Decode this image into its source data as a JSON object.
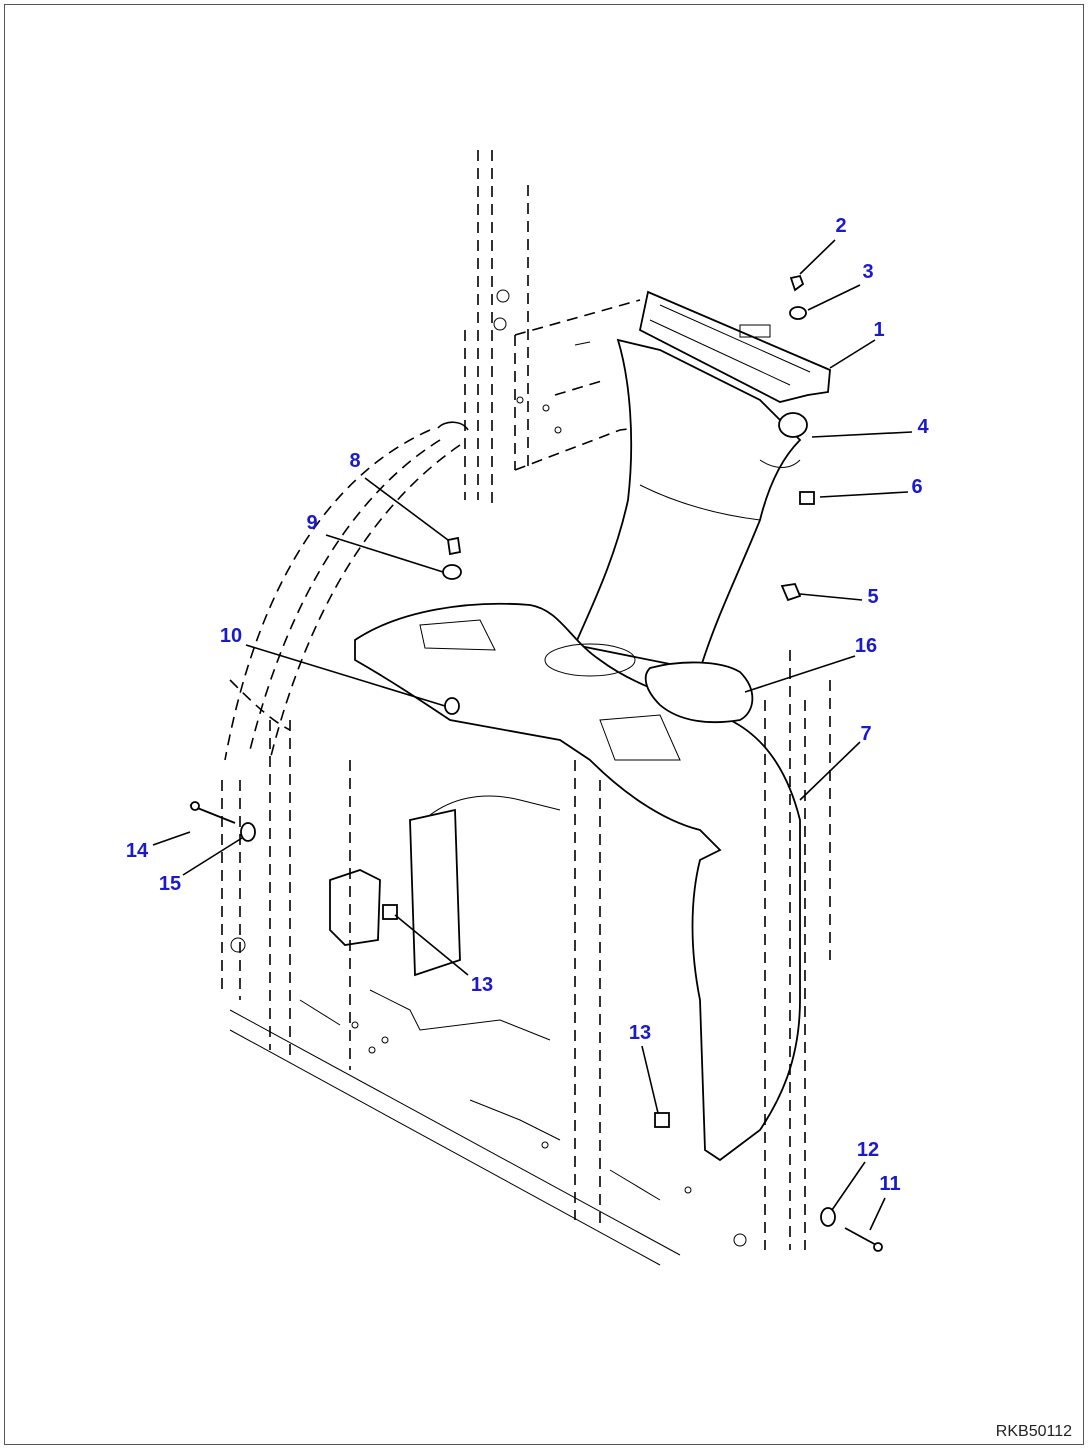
{
  "drawing_code": "RKB50112",
  "accent_color": "#1a1acc",
  "callouts": [
    {
      "label": "1"
    },
    {
      "label": "2"
    },
    {
      "label": "3"
    },
    {
      "label": "4"
    },
    {
      "label": "5"
    },
    {
      "label": "6"
    },
    {
      "label": "7"
    },
    {
      "label": "8"
    },
    {
      "label": "9"
    },
    {
      "label": "10"
    },
    {
      "label": "11"
    },
    {
      "label": "12"
    },
    {
      "label": "13"
    },
    {
      "label": "13"
    },
    {
      "label": "14"
    },
    {
      "label": "15"
    },
    {
      "label": "16"
    }
  ]
}
